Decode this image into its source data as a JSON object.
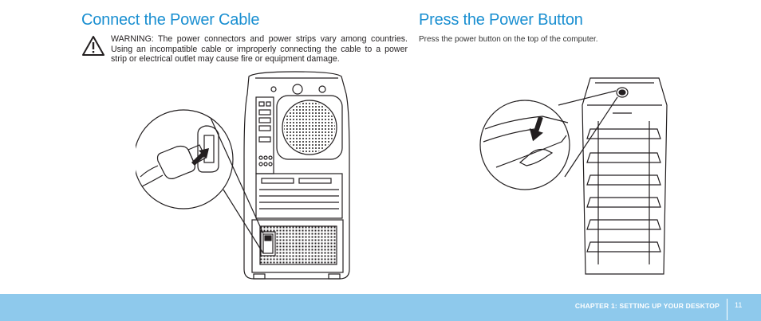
{
  "left": {
    "title": "Connect the Power Cable",
    "warning_label": "WARNING:",
    "warning_text": "The power connectors and power strips vary among countries. Using an incompatible cable or improperly connecting the cable to a power strip or electrical outlet may cause fire or equipment damage."
  },
  "right": {
    "title": "Press the Power Button",
    "body": "Press the power button on the top of the computer."
  },
  "footer": {
    "chapter": "CHAPTER 1: SETTING UP YOUR DESKTOP",
    "page_number": "11"
  },
  "colors": {
    "heading": "#1a8fd1",
    "footer_bar": "#8ec9ec"
  },
  "icons": [
    "warning-icon",
    "computer-rear-illustration",
    "computer-front-illustration"
  ]
}
